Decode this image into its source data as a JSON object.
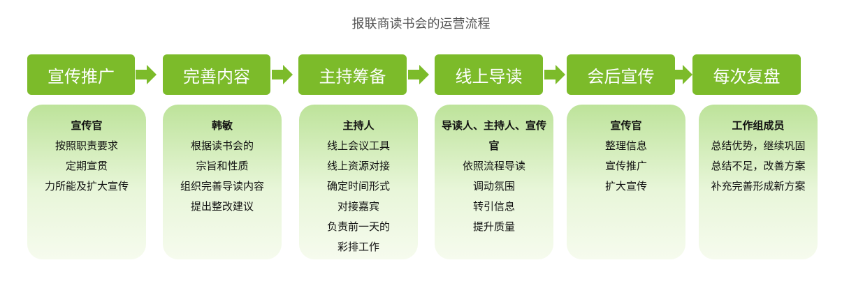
{
  "title": "报联商读书会的运营流程",
  "colors": {
    "header_bg": "#7cbb2a",
    "card_top": "#bde39a",
    "card_bottom": "#f6fbee"
  },
  "steps": [
    {
      "header": "宣传推广",
      "role": "宣传官",
      "items": [
        "按照职责要求",
        "定期宣贯",
        "力所能及扩大宣传"
      ]
    },
    {
      "header": "完善内容",
      "role": "韩敏",
      "items": [
        "根据读书会的",
        "宗旨和性质",
        "组织完善导读内容",
        "提出整改建议"
      ]
    },
    {
      "header": "主持筹备",
      "role": "主持人",
      "items": [
        "线上会议工具",
        "线上资源对接",
        "确定时间形式",
        "对接嘉宾",
        "负责前一天的",
        "彩排工作"
      ]
    },
    {
      "header": "线上导读",
      "role": "导读人、主持人、宣传官",
      "items": [
        "依照流程导读",
        "调动氛围",
        "转引信息",
        "提升质量"
      ]
    },
    {
      "header": "会后宣传",
      "role": "宣传官",
      "items": [
        "整理信息",
        "宣传推广",
        "扩大宣传"
      ]
    },
    {
      "header": "每次复盘",
      "role": "工作组成员",
      "items": [
        "总结优势，继续巩固",
        "总结不足，改善方案",
        "补充完善形成新方案"
      ]
    }
  ]
}
